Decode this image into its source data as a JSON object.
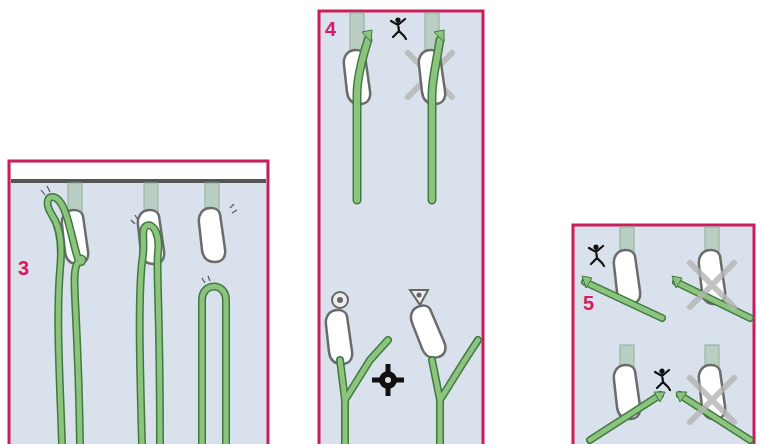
{
  "diagram": {
    "labels": [
      "3",
      "4",
      "5"
    ]
  }
}
